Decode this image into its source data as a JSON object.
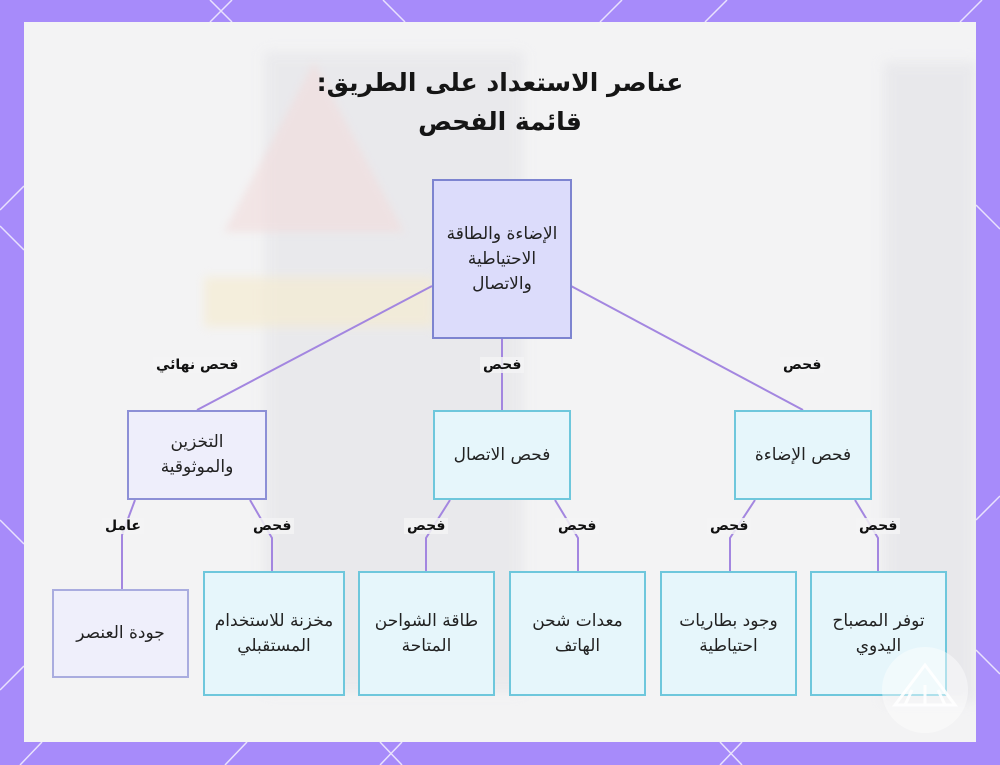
{
  "title": {
    "line1": "عناصر الاستعداد على الطريق:",
    "line2": "قائمة الفحص"
  },
  "colors": {
    "border": "#a78bfa",
    "edge": "#a386e0",
    "root_fill": "#dcdcfb",
    "cyan_fill": "#e6f6fb",
    "cyan_border": "#6ec7dc"
  },
  "diagram": {
    "root": "الإضاءة والطاقة الاحتياطية والاتصال",
    "storage": "التخزين والموثوقية",
    "comm_check": "فحص الاتصال",
    "light_check": "فحص الإضاءة",
    "item_quality": "جودة العنصر",
    "storage_future": "مخزنة للاستخدام المستقبلي",
    "charger_power": "طاقة الشواحن المتاحة",
    "phone_charger": "معدات شحن الهاتف",
    "backup_batteries": "وجود بطاريات احتياطية",
    "flashlight": "توفر المصباح اليدوي"
  },
  "edges": {
    "final_check": "فحص نهائي",
    "check_comm": "فحص",
    "check_light": "فحص",
    "factor": "عامل",
    "check_storage_future": "فحص",
    "check_charger_power": "فحص",
    "check_phone_charger": "فحص",
    "check_backup_batteries": "فحص",
    "check_flashlight": "فحص"
  },
  "icons": {
    "watermark": "road-logo-icon"
  }
}
